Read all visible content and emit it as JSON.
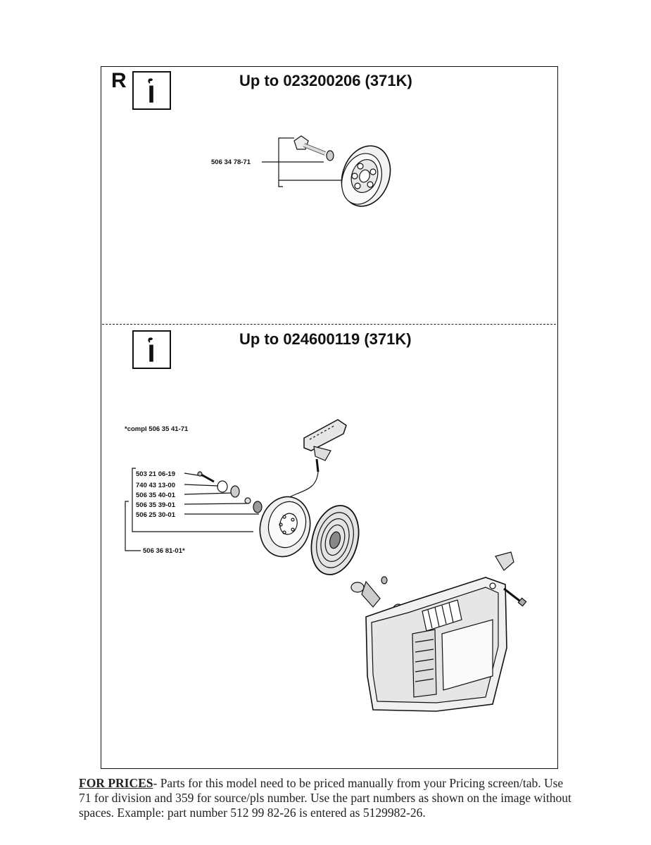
{
  "section_top": {
    "marker": "R",
    "heading": "Up to 023200206  (371K)",
    "callouts": [
      "506 34 78-71"
    ],
    "info_icon": "info-icon"
  },
  "section_bottom": {
    "heading": "Up to 024600119  (371K)",
    "kit_note": "*compl 506 35 41-71",
    "callouts": [
      "503 21 06-19",
      "740 43 13-00",
      "506 35 40-01",
      "506 35 39-01",
      "506 25 30-01",
      "506 36 81-01*"
    ],
    "info_icon": "info-icon"
  },
  "footer": {
    "lead": "FOR PRICES",
    "text": "- Parts for this model need to be priced manually from your Pricing screen/tab. Use 71 for division and 359 for source/pls number.  Use the part numbers as shown on the image without spaces.  Example: part number 512 99 82-26 is entered as 5129982-26."
  }
}
